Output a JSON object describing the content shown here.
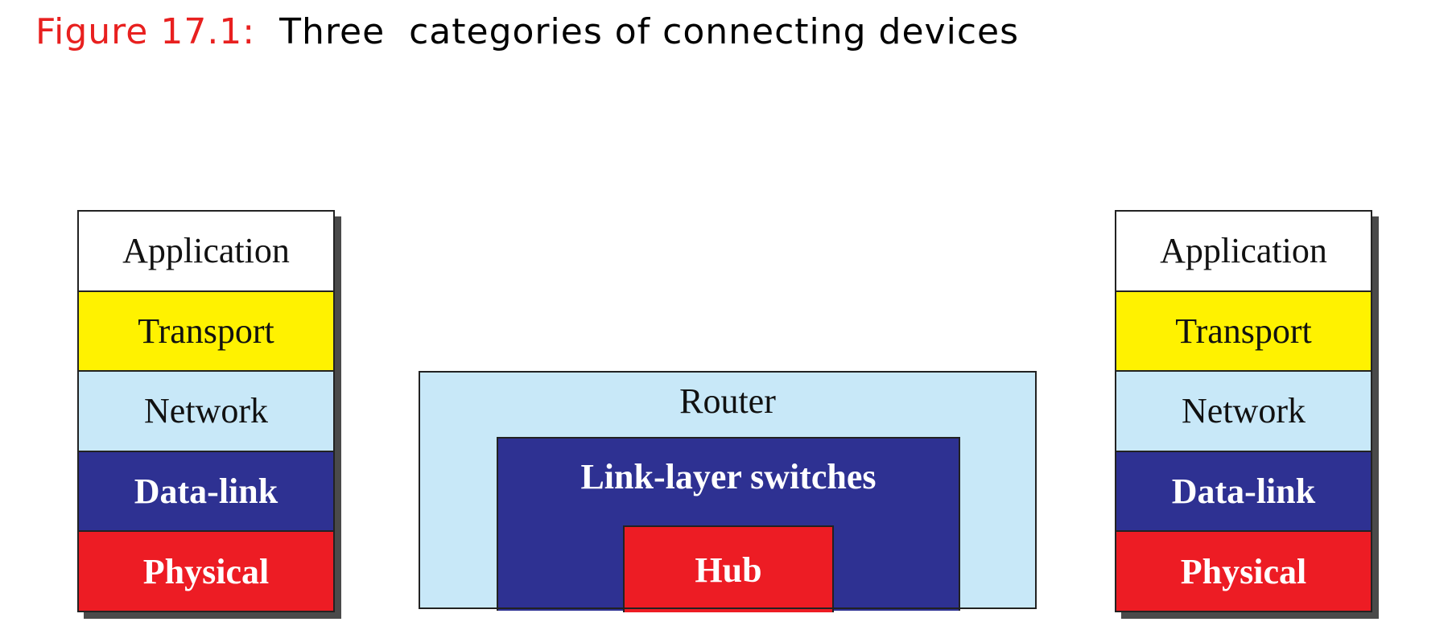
{
  "title": {
    "figure_number": "Figure 17.1:",
    "caption": "Three  categories of connecting devices"
  },
  "left_stack": {
    "layers": [
      "Application",
      "Transport",
      "Network",
      "Data-link",
      "Physical"
    ]
  },
  "right_stack": {
    "layers": [
      "Application",
      "Transport",
      "Network",
      "Data-link",
      "Physical"
    ]
  },
  "devices": {
    "router": "Router",
    "switch": "Link-layer switches",
    "hub": "Hub"
  },
  "colors": {
    "application": "#ffffff",
    "transport": "#fff200",
    "network": "#c8e8f8",
    "datalink": "#2e3192",
    "physical": "#ed1c24",
    "title_accent": "#e8201f"
  }
}
